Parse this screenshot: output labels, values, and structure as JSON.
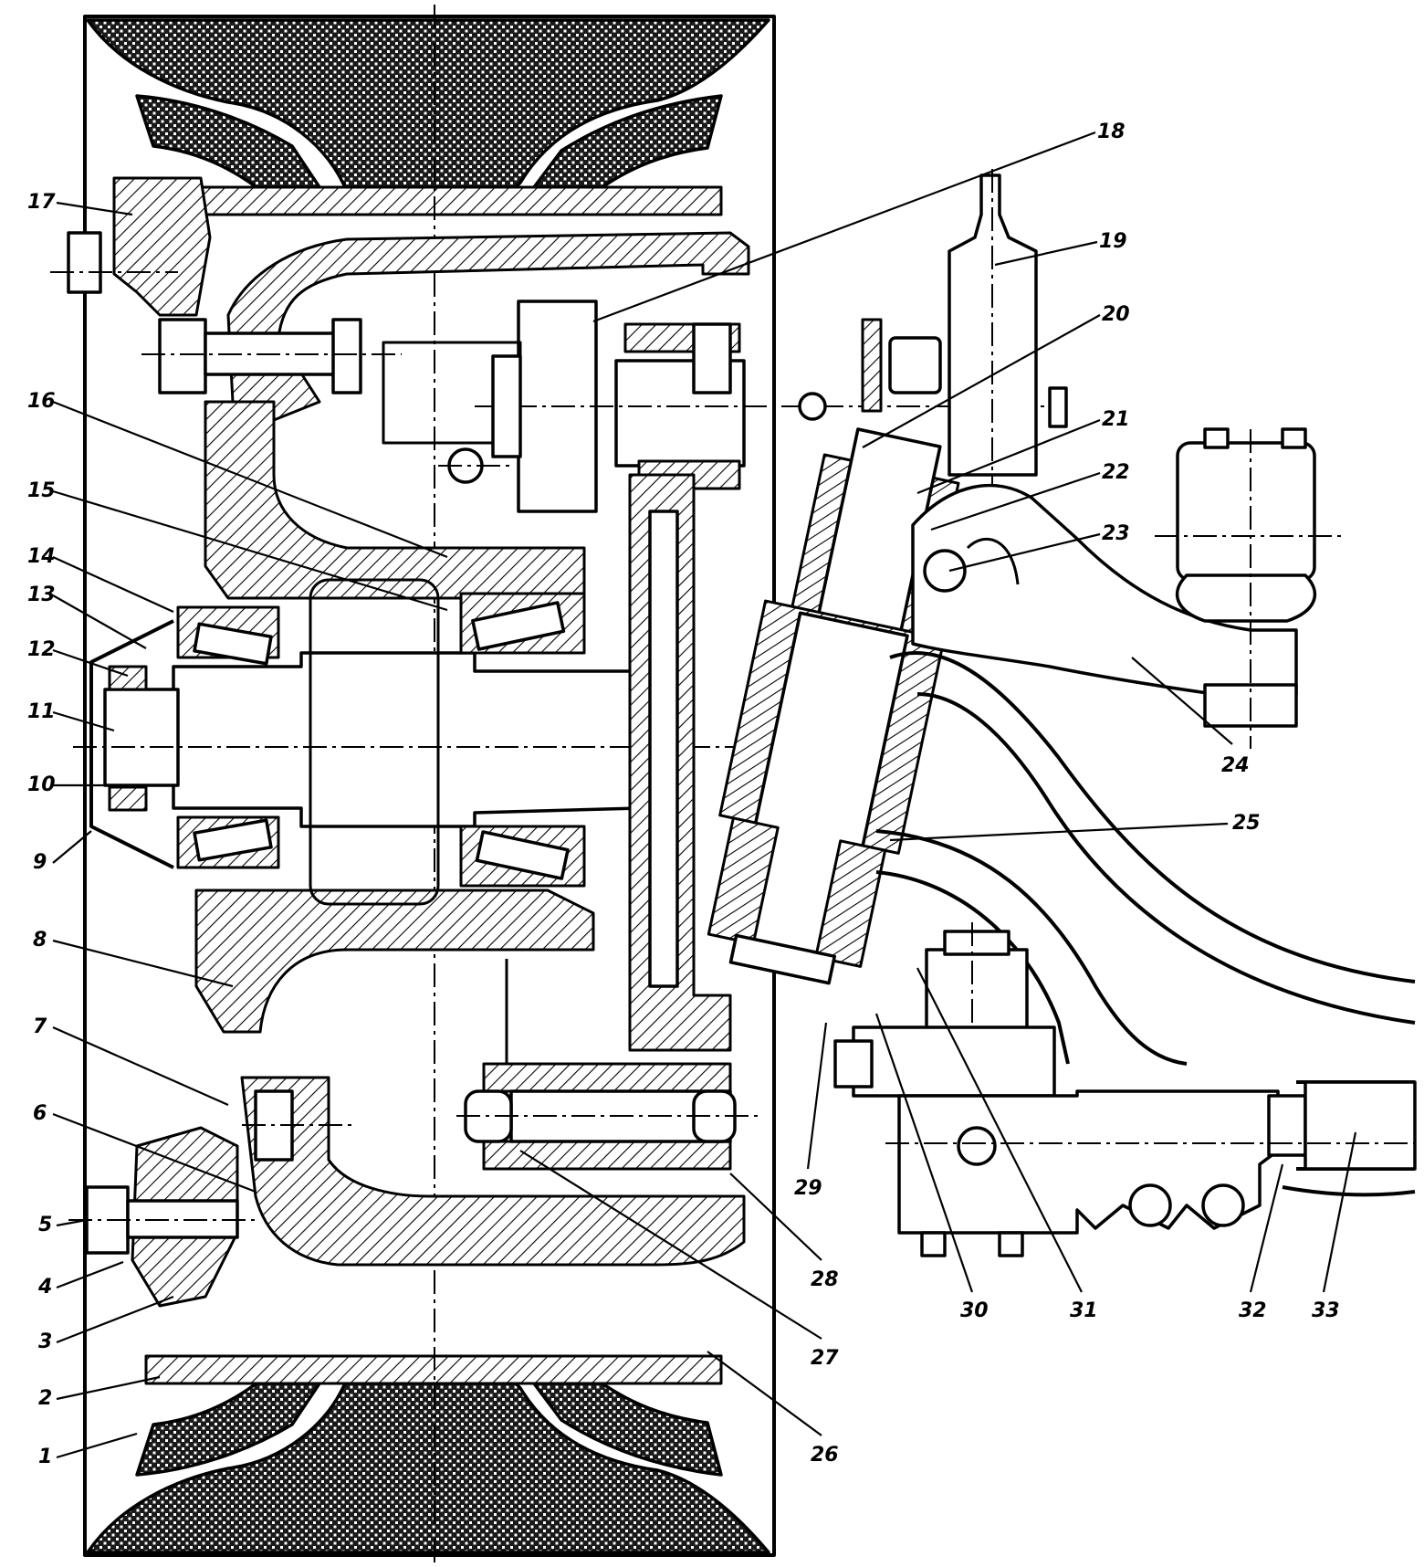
{
  "drawing": {
    "callouts": [
      {
        "id": 1,
        "label": "1"
      },
      {
        "id": 2,
        "label": "2"
      },
      {
        "id": 3,
        "label": "3"
      },
      {
        "id": 4,
        "label": "4"
      },
      {
        "id": 5,
        "label": "5"
      },
      {
        "id": 6,
        "label": "6"
      },
      {
        "id": 7,
        "label": "7"
      },
      {
        "id": 8,
        "label": "8"
      },
      {
        "id": 9,
        "label": "9"
      },
      {
        "id": 10,
        "label": "10"
      },
      {
        "id": 11,
        "label": "11"
      },
      {
        "id": 12,
        "label": "12"
      },
      {
        "id": 13,
        "label": "13"
      },
      {
        "id": 14,
        "label": "14"
      },
      {
        "id": 15,
        "label": "15"
      },
      {
        "id": 16,
        "label": "16"
      },
      {
        "id": 17,
        "label": "17"
      },
      {
        "id": 18,
        "label": "18"
      },
      {
        "id": 19,
        "label": "19"
      },
      {
        "id": 20,
        "label": "20"
      },
      {
        "id": 21,
        "label": "21"
      },
      {
        "id": 22,
        "label": "22"
      },
      {
        "id": 23,
        "label": "23"
      },
      {
        "id": 24,
        "label": "24"
      },
      {
        "id": 25,
        "label": "25"
      },
      {
        "id": 26,
        "label": "26"
      },
      {
        "id": 27,
        "label": "27"
      },
      {
        "id": 28,
        "label": "28"
      },
      {
        "id": 29,
        "label": "29"
      },
      {
        "id": 30,
        "label": "30"
      },
      {
        "id": 31,
        "label": "31"
      },
      {
        "id": 32,
        "label": "32"
      },
      {
        "id": 33,
        "label": "33"
      }
    ]
  }
}
